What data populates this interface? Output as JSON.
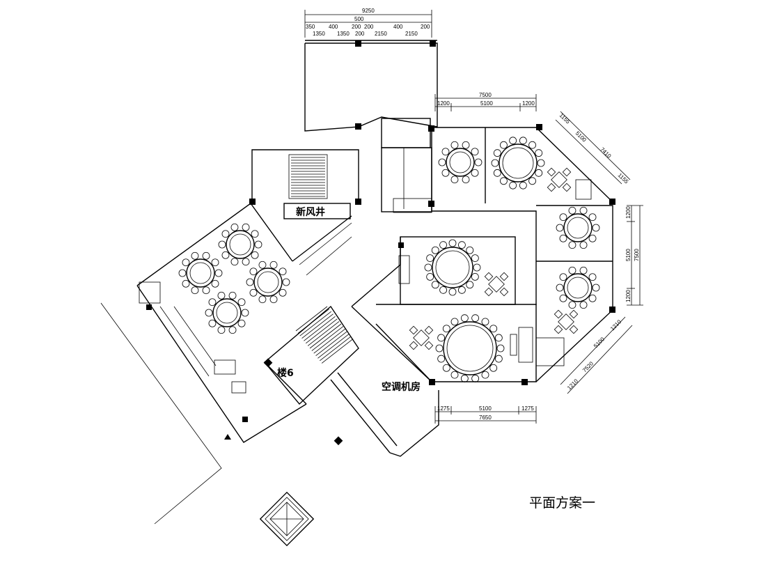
{
  "title": "平面方案一",
  "room_labels": {
    "shaft": "新风井",
    "stair": "楼6",
    "ac_room": "空调机房"
  },
  "dimensions": {
    "top_total": "9250",
    "top_mid": "500",
    "top_chain": [
      "350",
      "1350",
      "400",
      "1350",
      "200",
      "200",
      "200",
      "2150",
      "400",
      "2150",
      "200"
    ],
    "upper_right_total": "7500",
    "upper_right_chain": [
      "1200",
      "5100",
      "1200"
    ],
    "diag_upper_total": "7410",
    "diag_upper_chain": [
      "1155",
      "5100",
      "1155"
    ],
    "right_total": "7500",
    "right_chain": [
      "1200",
      "5100",
      "1200"
    ],
    "diag_lower_total": "7520",
    "diag_lower_chain": [
      "1210",
      "5100",
      "1210"
    ],
    "bottom_total": "7650",
    "bottom_chain": [
      "1275",
      "5100",
      "1275"
    ]
  }
}
